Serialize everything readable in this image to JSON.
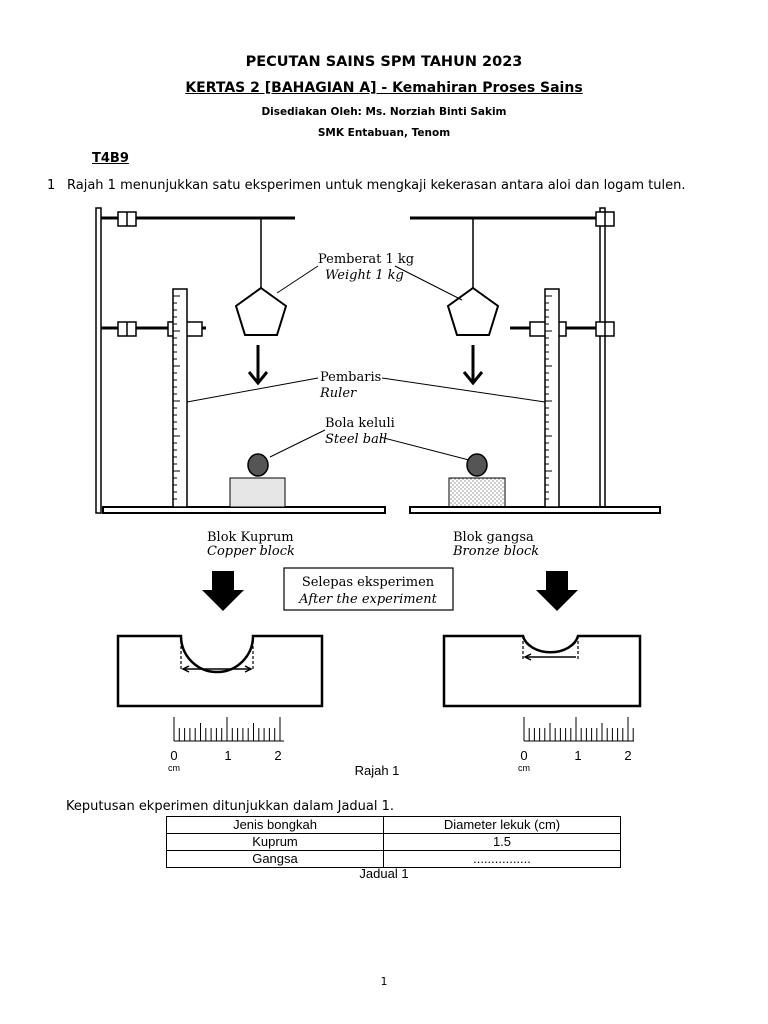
{
  "header": {
    "title": "PECUTAN SAINS SPM TAHUN 2023",
    "paper_prefix": "KERTAS 2 [BAHAGIAN A]",
    "paper_suffix": " - Kemahiran Proses Sains",
    "prepared_by": "Disediakan Oleh: Ms. Norziah Binti Sakim",
    "school": "SMK Entabuan, Tenom",
    "topic_code": "T4B9"
  },
  "question": {
    "number": "1",
    "text": "Rajah 1 menunjukkan satu eksperimen untuk mengkaji kekerasan antara aloi dan logam tulen."
  },
  "diagram": {
    "weight_ms": "Pemberat 1 kg",
    "weight_en": "Weight 1 kg",
    "ruler_ms": "Pembaris",
    "ruler_en": "Ruler",
    "ball_ms": "Bola keluli",
    "ball_en": "Steel ball",
    "left_block_ms": "Blok Kuprum",
    "left_block_en": "Copper block",
    "right_block_ms": "Blok gangsa",
    "right_block_en": "Bronze block",
    "after_ms": "Selepas eksperimen",
    "after_en": "After the experiment",
    "scale_labels": [
      "0",
      "1",
      "2"
    ],
    "scale_unit": "cm",
    "caption": "Rajah 1"
  },
  "results": {
    "intro": "Keputusan ekperimen ditunjukkan dalam Jadual 1.",
    "headers": [
      "Jenis bongkah",
      "Diameter lekuk (cm)"
    ],
    "rows": [
      [
        "Kuprum",
        "1.5"
      ],
      [
        "Gangsa",
        "................"
      ]
    ],
    "caption": "Jadual 1"
  },
  "page_number": "1"
}
